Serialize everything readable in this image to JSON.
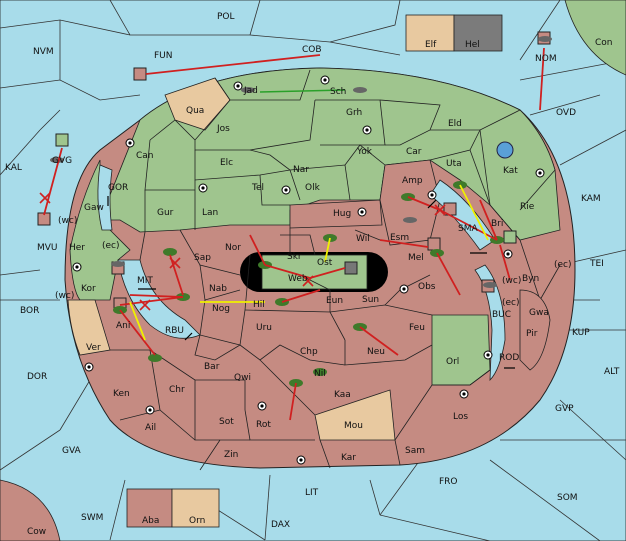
{
  "regions": [
    {
      "label": "POL"
    },
    {
      "label": "NVM"
    },
    {
      "label": "FUN"
    },
    {
      "label": "COB"
    },
    {
      "label": "Elf"
    },
    {
      "label": "Hel"
    },
    {
      "label": "Con"
    },
    {
      "label": "NOM"
    },
    {
      "label": "OVD"
    },
    {
      "label": "KAL"
    },
    {
      "label": "GVG"
    },
    {
      "label": "GOR"
    },
    {
      "label": "Gaw"
    },
    {
      "label": "(wc)"
    },
    {
      "label": "MVU"
    },
    {
      "label": "Her"
    },
    {
      "label": "(ec)"
    },
    {
      "label": "Kor"
    },
    {
      "label": "(wc)"
    },
    {
      "label": "BOR"
    },
    {
      "label": "Ver"
    },
    {
      "label": "Ani"
    },
    {
      "label": "MIT"
    },
    {
      "label": "RBU"
    },
    {
      "label": "DOR"
    },
    {
      "label": "Ken"
    },
    {
      "label": "Ail"
    },
    {
      "label": "GVA"
    },
    {
      "label": "Cow"
    },
    {
      "label": "SWM"
    },
    {
      "label": "Aba"
    },
    {
      "label": "Orn"
    },
    {
      "label": "DAX"
    },
    {
      "label": "LIT"
    },
    {
      "label": "FRO"
    },
    {
      "label": "SOM"
    },
    {
      "label": "Zin"
    },
    {
      "label": "Kar"
    },
    {
      "label": "Sam"
    },
    {
      "label": "Los"
    },
    {
      "label": "GVP"
    },
    {
      "label": "ALT"
    },
    {
      "label": "KUP"
    },
    {
      "label": "TEI"
    },
    {
      "label": "KAM"
    },
    {
      "label": "Jad"
    },
    {
      "label": "Sch"
    },
    {
      "label": "Qua"
    },
    {
      "label": "Jos"
    },
    {
      "label": "Grh"
    },
    {
      "label": "Eld"
    },
    {
      "label": "Can"
    },
    {
      "label": "Elc"
    },
    {
      "label": "Yok"
    },
    {
      "label": "Car"
    },
    {
      "label": "Uta"
    },
    {
      "label": "Kat"
    },
    {
      "label": "Nar"
    },
    {
      "label": "Tel"
    },
    {
      "label": "Olk"
    },
    {
      "label": "Amp"
    },
    {
      "label": "Rie"
    },
    {
      "label": "Gur"
    },
    {
      "label": "Lan"
    },
    {
      "label": "Hug"
    },
    {
      "label": "SMA"
    },
    {
      "label": "Bri"
    },
    {
      "label": "Esm"
    },
    {
      "label": "Nor"
    },
    {
      "label": "Skr"
    },
    {
      "label": "Wil"
    },
    {
      "label": "Sap"
    },
    {
      "label": "Ost"
    },
    {
      "label": "Mel"
    },
    {
      "label": "Web"
    },
    {
      "label": "Byn"
    },
    {
      "label": "(ec)"
    },
    {
      "label": "Nab"
    },
    {
      "label": "Eun"
    },
    {
      "label": "Obs"
    },
    {
      "label": "Hil"
    },
    {
      "label": "Sun"
    },
    {
      "label": "Nog"
    },
    {
      "label": "(wc)"
    },
    {
      "label": "BUC"
    },
    {
      "label": "Gwa"
    },
    {
      "label": "(ec)"
    },
    {
      "label": "Uru"
    },
    {
      "label": "Feu"
    },
    {
      "label": "Pir"
    },
    {
      "label": "Chp"
    },
    {
      "label": "Neu"
    },
    {
      "label": "Orl"
    },
    {
      "label": "Bar"
    },
    {
      "label": "Qwi"
    },
    {
      "label": "Nil"
    },
    {
      "label": "ROD"
    },
    {
      "label": "Kaa"
    },
    {
      "label": "Chr"
    },
    {
      "label": "Sot"
    },
    {
      "label": "Rot"
    },
    {
      "label": "Mou"
    }
  ]
}
